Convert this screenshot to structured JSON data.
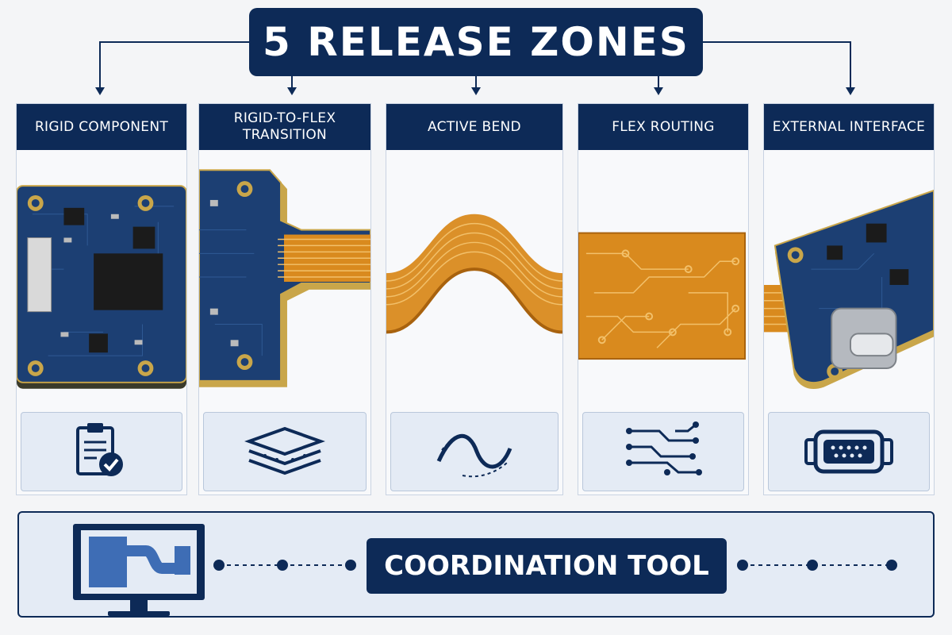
{
  "title": "5 RELEASE ZONES",
  "zones": [
    {
      "label": "RIGID COMPONENT",
      "icon": "clipboard-check-icon"
    },
    {
      "label": "RIGID-TO-FLEX TRANSITION",
      "icon": "layer-stack-icon"
    },
    {
      "label": "ACTIVE BEND",
      "icon": "wave-bend-icon"
    },
    {
      "label": "FLEX ROUTING",
      "icon": "circuit-traces-icon"
    },
    {
      "label": "EXTERNAL INTERFACE",
      "icon": "connector-port-icon"
    }
  ],
  "footer": {
    "label": "COORDINATION TOOL",
    "icon": "monitor-pcb-icon"
  },
  "colors": {
    "navy": "#0d2a57",
    "pcb_blue": "#1c3f73",
    "flex_orange": "#d98a1e",
    "gold": "#c9a64a",
    "panel_light": "#e4ebf5"
  }
}
